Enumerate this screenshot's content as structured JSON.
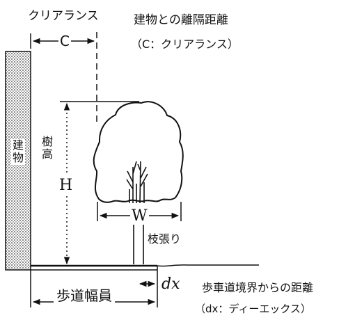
{
  "labels": {
    "clearance_title": "クリアランス",
    "clearance_symbol": "C",
    "building_distance": "建物との離隔距離",
    "clearance_note": "（C：クリアランス）",
    "building": "建物",
    "tree_height": "樹高",
    "height_symbol": "H",
    "width_symbol": "W",
    "branch_spread": "枝張り",
    "sidewalk_width": "歩道幅員",
    "dx_symbol": "dx",
    "boundary_distance": "歩車道境界からの距離",
    "dx_note": "（dx：ディーエックス）"
  },
  "colors": {
    "ink": "#111111",
    "building_hatch": "#9a9a9a",
    "background": "#ffffff"
  }
}
